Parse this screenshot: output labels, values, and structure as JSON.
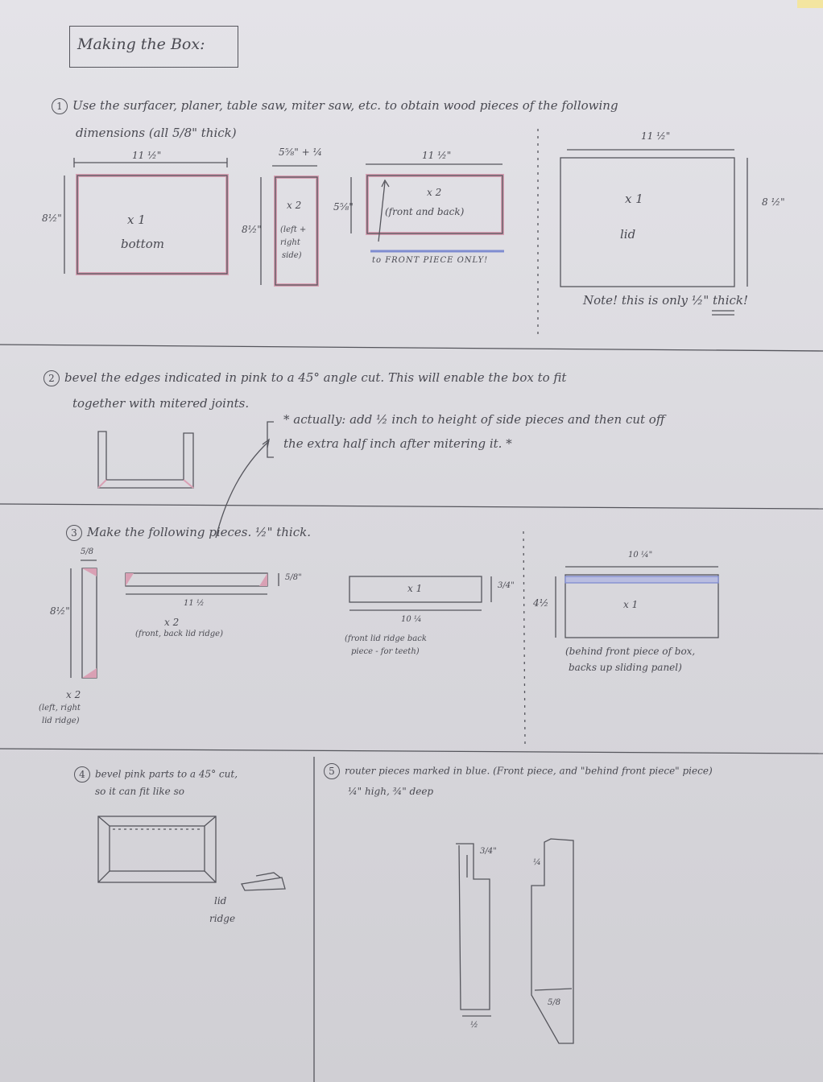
{
  "title": "Making the Box:",
  "steps": {
    "s1": {
      "num": "1",
      "line1": "Use the surfacer, planer, table saw, miter saw, etc. to obtain wood pieces of the following",
      "line2": "dimensions (all 5/8\" thick)",
      "bottom": {
        "w": "11 ½\"",
        "h": "8½\"",
        "count": "x 1",
        "name": "bottom"
      },
      "sides": {
        "w": "5⅝\" + ¼",
        "h": "8½\"",
        "count": "x 2",
        "desc1": "(left +",
        "desc2": "right",
        "desc3": "side)"
      },
      "frontback": {
        "w": "11 ½\"",
        "h": "5⅝\"",
        "count": "x 2",
        "desc": "(front and back)",
        "note": "to FRONT PIECE ONLY!"
      },
      "lid": {
        "w": "11 ½\"",
        "h": "8 ½\"",
        "count": "x 1",
        "name": "lid",
        "note": "Note! this is only ½\" thick!"
      }
    },
    "s2": {
      "num": "2",
      "line1": "bevel the edges indicated in pink to a 45° angle cut. This will enable the box to fit",
      "line2": "together with mitered joints.",
      "note1": "* actually: add ½ inch to height of side pieces and then cut off",
      "note2": "the extra half inch after mitering it. *"
    },
    "s3": {
      "num": "3",
      "line1": "Make the following pieces. ½\" thick.",
      "sideridge": {
        "w": "5/8",
        "h": "8½\"",
        "count": "x 2",
        "desc1": "(left, right",
        "desc2": "lid ridge)"
      },
      "frontridge": {
        "w": "11 ½",
        "h": "5/8\"",
        "count": "x 2",
        "desc": "(front, back lid ridge)"
      },
      "ridgeback": {
        "w": "10 ¼",
        "h": "3/4\"",
        "count": "x 1",
        "desc1": "(front lid ridge back",
        "desc2": "piece - for teeth)"
      },
      "behind": {
        "w": "10 ¼\"",
        "h": "4½",
        "count": "x 1",
        "desc1": "(behind front piece of box,",
        "desc2": "backs up sliding panel)"
      }
    },
    "s4": {
      "num": "4",
      "line1": "bevel pink parts to a 45° cut,",
      "line2": "so it can fit like so",
      "label1": "lid",
      "label2": "ridge"
    },
    "s5": {
      "num": "5",
      "line1": "router pieces marked in blue. (Front piece, and \"behind front piece\" piece)",
      "line2": "¼\" high, ¾\" deep",
      "dimA": "3/4\"",
      "dimB": "¼",
      "dimC": "5/8",
      "dimD": "½"
    }
  },
  "colors": {
    "ink": "#4a4a52",
    "pink": "#d9a0b4",
    "blue": "#7f8cd0"
  }
}
